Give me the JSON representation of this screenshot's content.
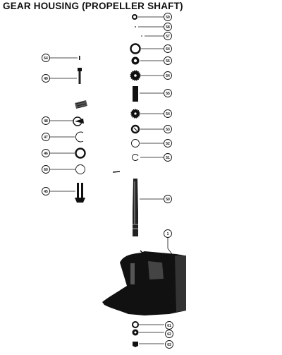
{
  "page": {
    "title": "GEAR HOUSING (PROPELLER SHAFT)"
  },
  "colors": {
    "ink": "#111111",
    "paper": "#ffffff"
  },
  "callouts": {
    "c59": "59",
    "c58": "58",
    "c57": "57",
    "c64": "64",
    "c56": "56",
    "c54": "54",
    "c55": "55",
    "c54b": "54",
    "c53": "53",
    "c52": "52",
    "c51": "51",
    "c50": "50",
    "c1": "1",
    "c61": "61",
    "c62": "62",
    "c63": "63",
    "c64left": "64",
    "c49": "49",
    "c48": "48",
    "c47": "47",
    "c46": "46",
    "c60": "60",
    "c45": "45"
  }
}
